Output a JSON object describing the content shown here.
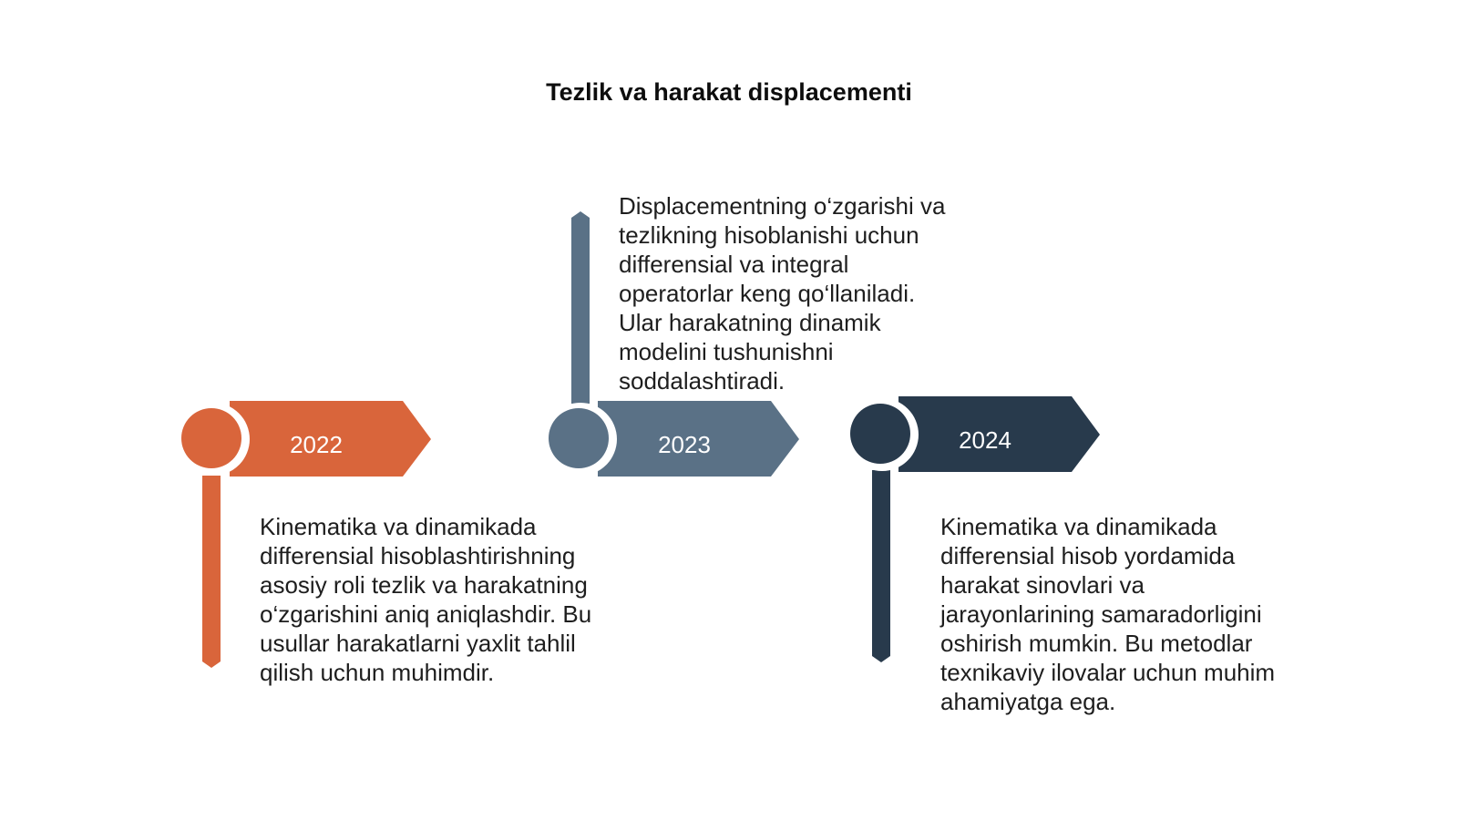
{
  "title": "Tezlik va harakat displacementi",
  "colors": {
    "item1": "#d9653b",
    "item2": "#5a7186",
    "item3": "#283a4c"
  },
  "items": [
    {
      "year": "2022",
      "text": "Kinematika va dinamikada differensial hisoblashtirishning asosiy roli tezlik va harakatning o‘zgarishini aniq aniqlashdir. Bu usullar harakatlarni yaxlit tahlil qilish uchun muhimdir."
    },
    {
      "year": "2023",
      "text": "Displacementning o‘zgarishi va tezlikning hisoblanishi uchun differensial va integral operatorlar keng qo‘llaniladi. Ular harakatning dinamik modelini tushunishni soddalashtiradi."
    },
    {
      "year": "2024",
      "text": "Kinematika va dinamikada differensial hisob yordamida harakat sinovlari va jarayonlarining samaradorligini oshirish mumkin. Bu metodlar texnikaviy ilovalar uchun muhim ahamiyatga ega."
    }
  ]
}
